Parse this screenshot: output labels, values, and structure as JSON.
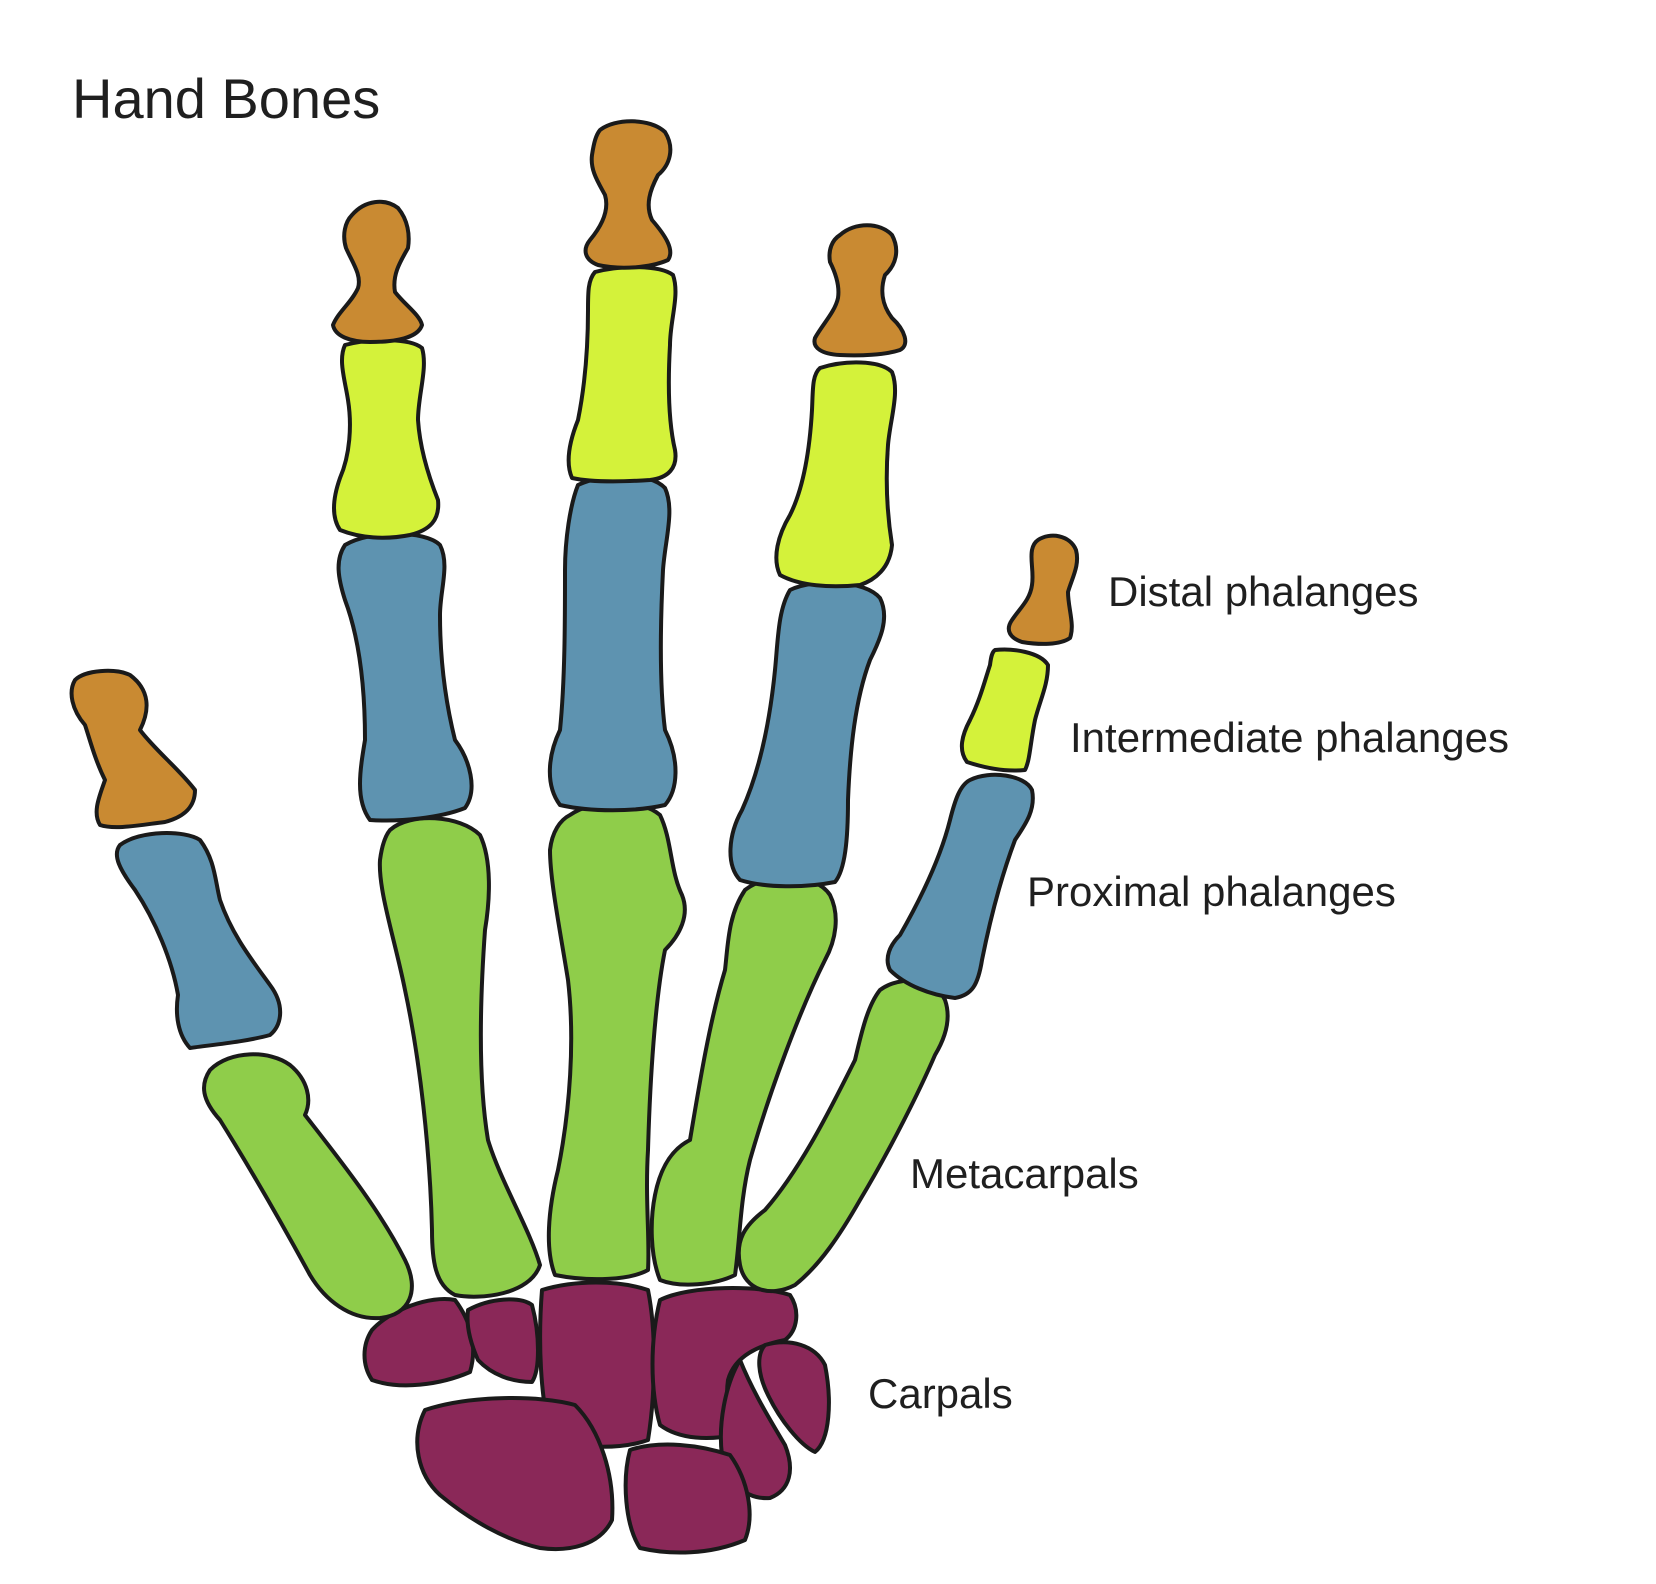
{
  "title": "Hand Bones",
  "labels": {
    "distal": "Distal phalanges",
    "intermediate": "Intermediate phalanges",
    "proximal": "Proximal phalanges",
    "metacarpals": "Metacarpals",
    "carpals": "Carpals"
  },
  "colors": {
    "distal": "#c98a32",
    "intermediate": "#d4f23a",
    "proximal": "#5e93b0",
    "metacarpals": "#8fcd4a",
    "carpals": "#8a2858",
    "outline": "#1a1a1a"
  }
}
